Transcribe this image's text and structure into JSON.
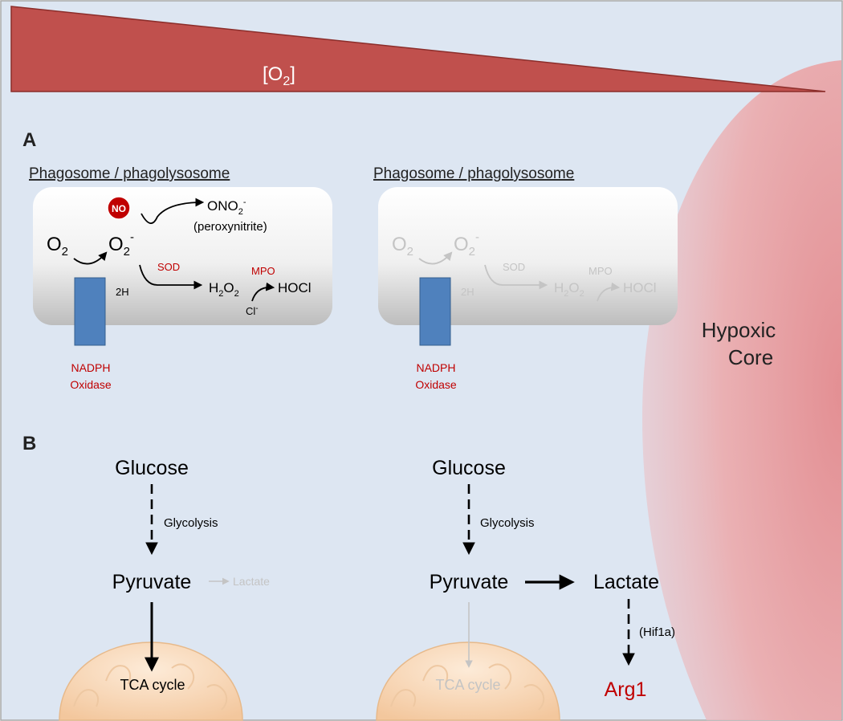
{
  "oxygen_gradient": {
    "label_base": "[O",
    "label_sub": "2",
    "label_end": "]"
  },
  "hypoxic_core": {
    "line1": "Hypoxic",
    "line2": "Core"
  },
  "panel_a": {
    "letter": "A",
    "left": {
      "title": "Phagosome / phagolysosome",
      "no_badge": "NO",
      "o2_base": "O",
      "o2_sub": "2",
      "superoxide_base": "O",
      "superoxide_sub": "2",
      "superoxide_sup": "-",
      "onoo_base": "ONO",
      "onoo_sub": "2",
      "onoo_sup": "-",
      "peroxynitrite": "(peroxynitrite)",
      "sod": "SOD",
      "two_h": "2H",
      "h2o2_h1": "H",
      "h2o2_s1": "2",
      "h2o2_o": "O",
      "h2o2_s2": "2",
      "mpo": "MPO",
      "hocl": "HOCl",
      "chloride": "Cl",
      "chloride_sup": "-",
      "nadph_line1": "NADPH",
      "nadph_line2": "Oxidase"
    },
    "right": {
      "title": "Phagosome / phagolysosome",
      "o2_base": "O",
      "o2_sub": "2",
      "superoxide_base": "O",
      "superoxide_sub": "2",
      "superoxide_sup": "-",
      "sod": "SOD",
      "two_h": "2H",
      "h2o2_h1": "H",
      "h2o2_s1": "2",
      "h2o2_o": "O",
      "h2o2_s2": "2",
      "mpo": "MPO",
      "hocl": "HOCl",
      "nadph_line1": "NADPH",
      "nadph_line2": "Oxidase"
    }
  },
  "panel_b": {
    "letter": "B",
    "left": {
      "glucose": "Glucose",
      "glycolysis": "Glycolysis",
      "pyruvate": "Pyruvate",
      "lactate": "Lactate",
      "tca": "TCA cycle"
    },
    "right": {
      "glucose": "Glucose",
      "glycolysis": "Glycolysis",
      "pyruvate": "Pyruvate",
      "lactate": "Lactate",
      "hif1a": "(Hif1a)",
      "arg1": "Arg1",
      "tca": "TCA cycle"
    }
  },
  "colors": {
    "background": "#dde6f2",
    "gradient_fill": "#c0504d",
    "hypoxic_red": "#e7a3a6",
    "nadph_blue": "#4f81bd",
    "label_red": "#c00000",
    "faded": "#c4c4c4",
    "mito_orange": "#f6d5b3"
  }
}
